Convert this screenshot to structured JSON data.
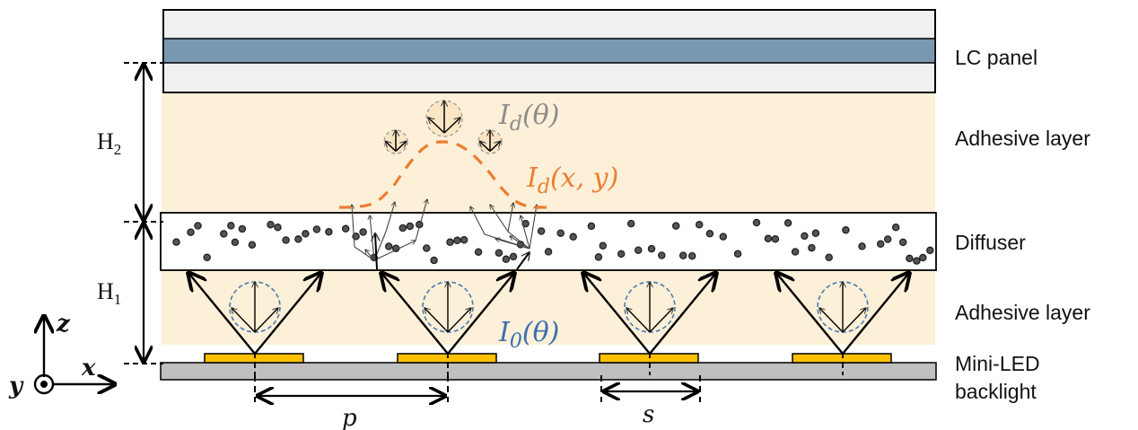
{
  "title": "Mini-LED backlight LCD stack cross-section",
  "colors": {
    "adhesive": "#fdf0d8",
    "lc_outer": "#f0f0f0",
    "lc_core": "#7a97b0",
    "led": "#ffc000",
    "substrate": "#bfbfbf",
    "diffuser": "#ffffff",
    "particle": "#555555",
    "intensity_dashed": "#ed7d31",
    "i0_circle": "#4a7ab5",
    "id_theta_text": "#8c8c8c"
  },
  "layers": [
    {
      "key": "lc_panel",
      "label": "LC panel"
    },
    {
      "key": "adhesive_top",
      "label": "Adhesive layer"
    },
    {
      "key": "diffuser",
      "label": "Diffuser"
    },
    {
      "key": "adhesive_bottom",
      "label": "Adhesive layer"
    },
    {
      "key": "backlight",
      "label": "Mini-LED",
      "label2": "backlight"
    }
  ],
  "annotations": {
    "id_theta": {
      "main": "I",
      "sub": "d",
      "rest": "(θ)"
    },
    "id_xy": {
      "main": "I",
      "sub": "d",
      "rest": "(x, y)"
    },
    "i0_theta": {
      "main": "I",
      "sub": "0",
      "rest": "(θ)"
    }
  },
  "dimensions": {
    "h2": {
      "main": "H",
      "sub": "2"
    },
    "h1": {
      "main": "H",
      "sub": "1"
    },
    "pitch": "p",
    "size": "s"
  },
  "axes": {
    "z": "z",
    "x": "x",
    "y": "y"
  },
  "led_count": 4
}
